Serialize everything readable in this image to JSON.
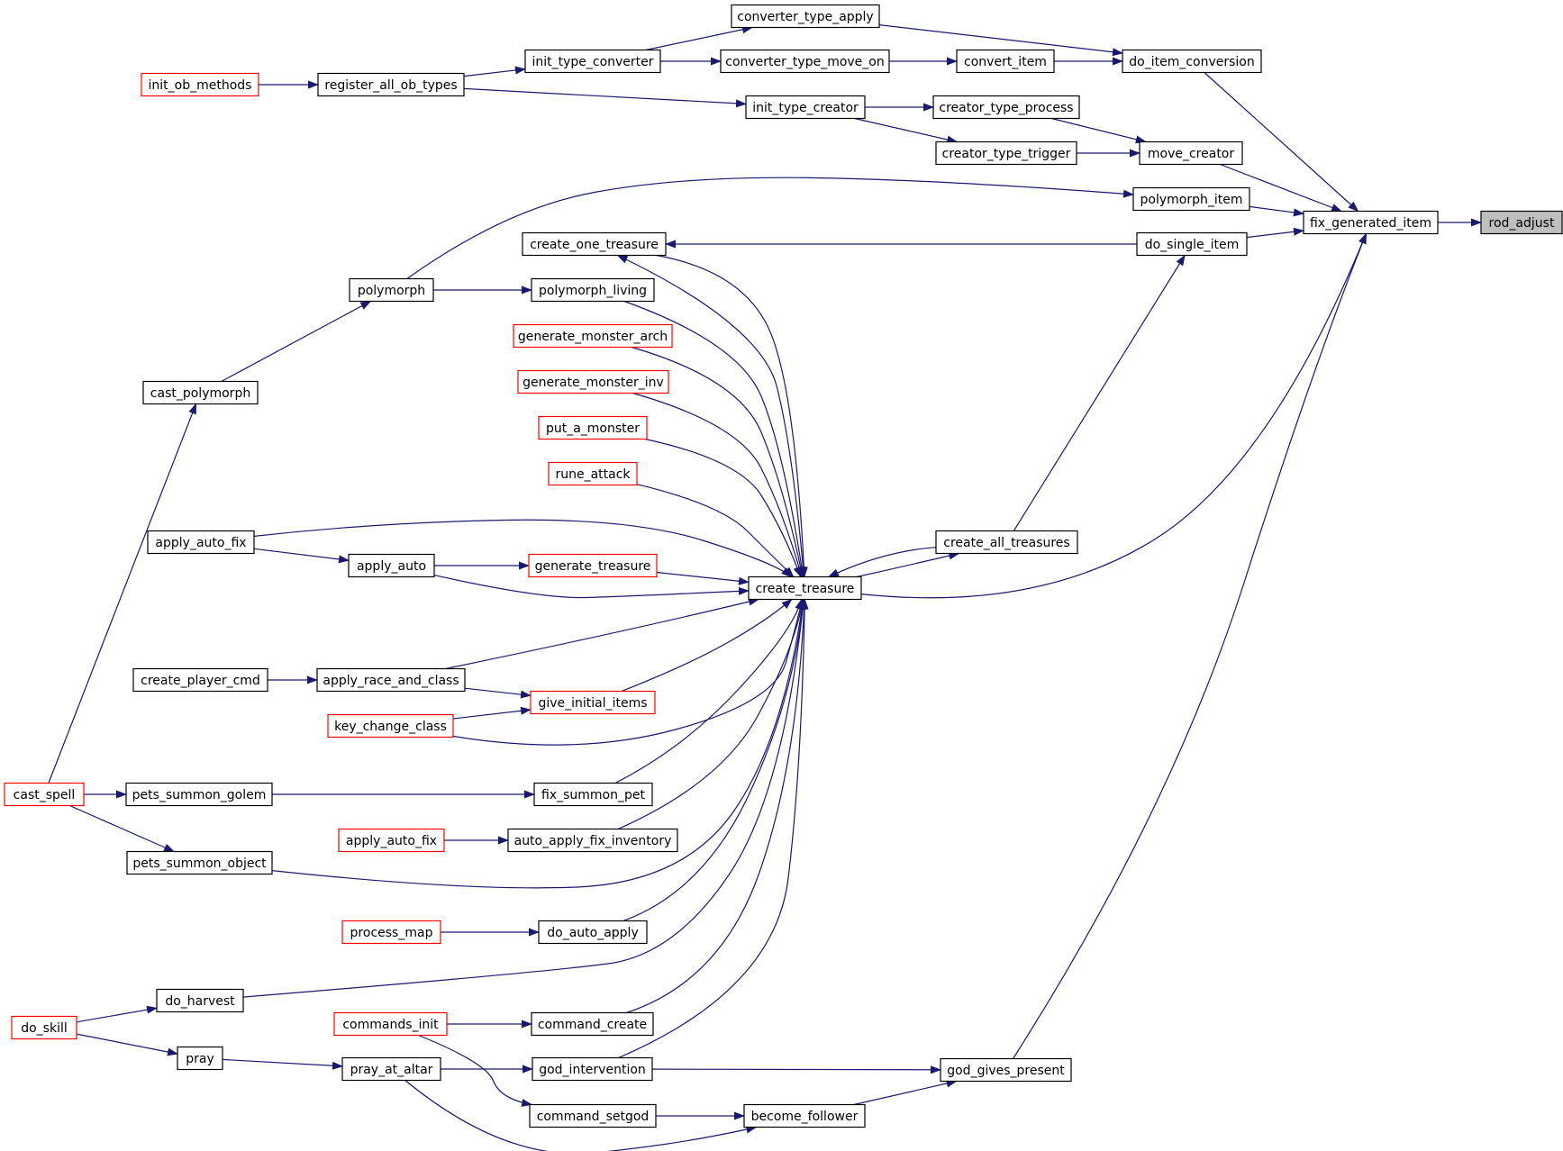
{
  "colors": {
    "edge": "#191970",
    "border_normal": "#000000",
    "border_highlight": "#ff0000",
    "fill_normal": "#ffffff",
    "fill_root": "#bfbfbf"
  },
  "nodes": [
    {
      "id": "rod_adjust",
      "label": "rod_adjust",
      "style": "root"
    },
    {
      "id": "fix_generated_item",
      "label": "fix_generated_item",
      "style": "normal"
    },
    {
      "id": "do_item_conversion",
      "label": "do_item_conversion",
      "style": "normal"
    },
    {
      "id": "converter_type_apply",
      "label": "converter_type_apply",
      "style": "normal"
    },
    {
      "id": "init_type_converter",
      "label": "init_type_converter",
      "style": "normal"
    },
    {
      "id": "converter_type_move_on",
      "label": "converter_type_move_on",
      "style": "normal"
    },
    {
      "id": "convert_item",
      "label": "convert_item",
      "style": "normal"
    },
    {
      "id": "register_all_ob_types",
      "label": "register_all_ob_types",
      "style": "normal"
    },
    {
      "id": "init_ob_methods",
      "label": "init_ob_methods",
      "style": "red"
    },
    {
      "id": "init_type_creator",
      "label": "init_type_creator",
      "style": "normal"
    },
    {
      "id": "creator_type_process",
      "label": "creator_type_process",
      "style": "normal"
    },
    {
      "id": "creator_type_trigger",
      "label": "creator_type_trigger",
      "style": "normal"
    },
    {
      "id": "move_creator",
      "label": "move_creator",
      "style": "normal"
    },
    {
      "id": "polymorph_item",
      "label": "polymorph_item",
      "style": "normal"
    },
    {
      "id": "do_single_item",
      "label": "do_single_item",
      "style": "normal"
    },
    {
      "id": "create_one_treasure",
      "label": "create_one_treasure",
      "style": "normal"
    },
    {
      "id": "polymorph",
      "label": "polymorph",
      "style": "normal"
    },
    {
      "id": "polymorph_living",
      "label": "polymorph_living",
      "style": "normal"
    },
    {
      "id": "cast_polymorph",
      "label": "cast_polymorph",
      "style": "normal"
    },
    {
      "id": "generate_monster_arch",
      "label": "generate_monster_arch",
      "style": "red"
    },
    {
      "id": "generate_monster_inv",
      "label": "generate_monster_inv",
      "style": "red"
    },
    {
      "id": "put_a_monster",
      "label": "put_a_monster",
      "style": "red"
    },
    {
      "id": "rune_attack",
      "label": "rune_attack",
      "style": "red"
    },
    {
      "id": "apply_auto_fix_1",
      "label": "apply_auto_fix",
      "style": "normal"
    },
    {
      "id": "apply_auto",
      "label": "apply_auto",
      "style": "normal"
    },
    {
      "id": "generate_treasure",
      "label": "generate_treasure",
      "style": "red"
    },
    {
      "id": "create_treasure",
      "label": "create_treasure",
      "style": "normal"
    },
    {
      "id": "create_all_treasures",
      "label": "create_all_treasures",
      "style": "normal"
    },
    {
      "id": "create_player_cmd",
      "label": "create_player_cmd",
      "style": "normal"
    },
    {
      "id": "apply_race_and_class",
      "label": "apply_race_and_class",
      "style": "normal"
    },
    {
      "id": "give_initial_items",
      "label": "give_initial_items",
      "style": "red"
    },
    {
      "id": "key_change_class",
      "label": "key_change_class",
      "style": "red"
    },
    {
      "id": "cast_spell",
      "label": "cast_spell",
      "style": "red"
    },
    {
      "id": "pets_summon_golem",
      "label": "pets_summon_golem",
      "style": "normal"
    },
    {
      "id": "fix_summon_pet",
      "label": "fix_summon_pet",
      "style": "normal"
    },
    {
      "id": "apply_auto_fix_2",
      "label": "apply_auto_fix",
      "style": "red"
    },
    {
      "id": "auto_apply_fix_inventory",
      "label": "auto_apply_fix_inventory",
      "style": "normal"
    },
    {
      "id": "pets_summon_object",
      "label": "pets_summon_object",
      "style": "normal"
    },
    {
      "id": "process_map",
      "label": "process_map",
      "style": "red"
    },
    {
      "id": "do_auto_apply",
      "label": "do_auto_apply",
      "style": "normal"
    },
    {
      "id": "do_harvest",
      "label": "do_harvest",
      "style": "normal"
    },
    {
      "id": "do_skill",
      "label": "do_skill",
      "style": "red"
    },
    {
      "id": "commands_init",
      "label": "commands_init",
      "style": "red"
    },
    {
      "id": "command_create",
      "label": "command_create",
      "style": "normal"
    },
    {
      "id": "pray",
      "label": "pray",
      "style": "normal"
    },
    {
      "id": "pray_at_altar",
      "label": "pray_at_altar",
      "style": "normal"
    },
    {
      "id": "god_intervention",
      "label": "god_intervention",
      "style": "normal"
    },
    {
      "id": "god_gives_present",
      "label": "god_gives_present",
      "style": "normal"
    },
    {
      "id": "command_setgod",
      "label": "command_setgod",
      "style": "normal"
    },
    {
      "id": "become_follower",
      "label": "become_follower",
      "style": "normal"
    }
  ],
  "edges": [
    {
      "from": "fix_generated_item",
      "to": "rod_adjust"
    },
    {
      "from": "do_item_conversion",
      "to": "fix_generated_item"
    },
    {
      "from": "move_creator",
      "to": "fix_generated_item"
    },
    {
      "from": "polymorph_item",
      "to": "fix_generated_item"
    },
    {
      "from": "do_single_item",
      "to": "fix_generated_item"
    },
    {
      "from": "create_treasure",
      "to": "fix_generated_item"
    },
    {
      "from": "god_gives_present",
      "to": "fix_generated_item"
    },
    {
      "from": "converter_type_apply",
      "to": "do_item_conversion"
    },
    {
      "from": "convert_item",
      "to": "do_item_conversion"
    },
    {
      "from": "init_type_converter",
      "to": "converter_type_apply"
    },
    {
      "from": "init_type_converter",
      "to": "converter_type_move_on"
    },
    {
      "from": "converter_type_move_on",
      "to": "convert_item"
    },
    {
      "from": "register_all_ob_types",
      "to": "init_type_converter"
    },
    {
      "from": "register_all_ob_types",
      "to": "init_type_creator"
    },
    {
      "from": "init_ob_methods",
      "to": "register_all_ob_types"
    },
    {
      "from": "init_type_creator",
      "to": "creator_type_process"
    },
    {
      "from": "init_type_creator",
      "to": "creator_type_trigger"
    },
    {
      "from": "creator_type_process",
      "to": "move_creator"
    },
    {
      "from": "creator_type_trigger",
      "to": "move_creator"
    },
    {
      "from": "polymorph",
      "to": "polymorph_item"
    },
    {
      "from": "create_all_treasures",
      "to": "do_single_item"
    },
    {
      "from": "do_single_item",
      "to": "create_one_treasure"
    },
    {
      "from": "create_treasure",
      "to": "create_one_treasure"
    },
    {
      "from": "cast_polymorph",
      "to": "polymorph"
    },
    {
      "from": "polymorph",
      "to": "polymorph_living"
    },
    {
      "from": "cast_spell",
      "to": "cast_polymorph"
    },
    {
      "from": "create_one_treasure",
      "to": "create_treasure"
    },
    {
      "from": "polymorph_living",
      "to": "create_treasure"
    },
    {
      "from": "generate_monster_arch",
      "to": "create_treasure"
    },
    {
      "from": "generate_monster_inv",
      "to": "create_treasure"
    },
    {
      "from": "put_a_monster",
      "to": "create_treasure"
    },
    {
      "from": "rune_attack",
      "to": "create_treasure"
    },
    {
      "from": "apply_auto_fix_1",
      "to": "create_treasure"
    },
    {
      "from": "apply_auto",
      "to": "create_treasure"
    },
    {
      "from": "generate_treasure",
      "to": "create_treasure"
    },
    {
      "from": "create_all_treasures",
      "to": "create_treasure"
    },
    {
      "from": "create_treasure",
      "to": "create_all_treasures"
    },
    {
      "from": "apply_race_and_class",
      "to": "create_treasure"
    },
    {
      "from": "give_initial_items",
      "to": "create_treasure"
    },
    {
      "from": "key_change_class",
      "to": "create_treasure"
    },
    {
      "from": "fix_summon_pet",
      "to": "create_treasure"
    },
    {
      "from": "auto_apply_fix_inventory",
      "to": "create_treasure"
    },
    {
      "from": "pets_summon_object",
      "to": "create_treasure"
    },
    {
      "from": "do_auto_apply",
      "to": "create_treasure"
    },
    {
      "from": "do_harvest",
      "to": "create_treasure"
    },
    {
      "from": "command_create",
      "to": "create_treasure"
    },
    {
      "from": "god_intervention",
      "to": "create_treasure"
    },
    {
      "from": "apply_auto_fix_1",
      "to": "apply_auto"
    },
    {
      "from": "apply_auto",
      "to": "generate_treasure"
    },
    {
      "from": "create_player_cmd",
      "to": "apply_race_and_class"
    },
    {
      "from": "apply_race_and_class",
      "to": "give_initial_items"
    },
    {
      "from": "key_change_class",
      "to": "give_initial_items"
    },
    {
      "from": "cast_spell",
      "to": "pets_summon_golem"
    },
    {
      "from": "cast_spell",
      "to": "pets_summon_object"
    },
    {
      "from": "pets_summon_golem",
      "to": "fix_summon_pet"
    },
    {
      "from": "apply_auto_fix_2",
      "to": "auto_apply_fix_inventory"
    },
    {
      "from": "process_map",
      "to": "do_auto_apply"
    },
    {
      "from": "do_skill",
      "to": "do_harvest"
    },
    {
      "from": "do_skill",
      "to": "pray"
    },
    {
      "from": "commands_init",
      "to": "command_create"
    },
    {
      "from": "commands_init",
      "to": "command_setgod"
    },
    {
      "from": "pray",
      "to": "pray_at_altar"
    },
    {
      "from": "pray_at_altar",
      "to": "god_intervention"
    },
    {
      "from": "pray_at_altar",
      "to": "become_follower"
    },
    {
      "from": "god_intervention",
      "to": "god_gives_present"
    },
    {
      "from": "become_follower",
      "to": "god_gives_present"
    },
    {
      "from": "command_setgod",
      "to": "become_follower"
    }
  ]
}
